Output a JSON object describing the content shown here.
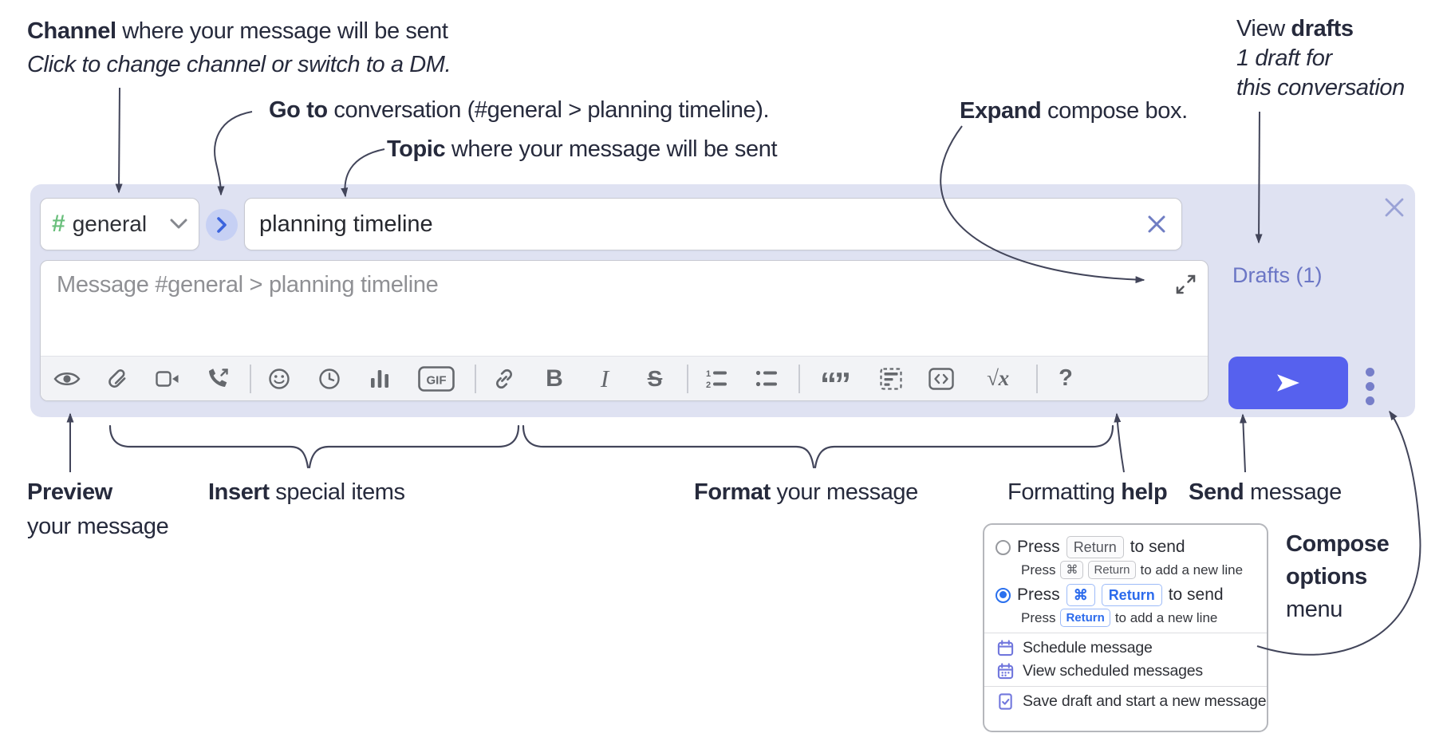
{
  "annotations": {
    "channel": {
      "bold": "Channel",
      "rest": " where your message will be sent",
      "line2": "Click to change channel or switch to a DM."
    },
    "goto": {
      "bold": "Go to",
      "rest": " conversation (#general > planning timeline)."
    },
    "topic": {
      "bold": "Topic",
      "rest": " where your message will be sent"
    },
    "expand": {
      "bold": "Expand",
      "rest": " compose box."
    },
    "drafts": {
      "line1_pre": "View ",
      "line1_bold": "drafts",
      "line2": "1 draft for",
      "line3": "this conversation"
    },
    "preview": {
      "bold": "Preview",
      "line2": "your message"
    },
    "insert": {
      "bold": "Insert",
      "rest": " special items"
    },
    "format": {
      "bold": "Format",
      "rest": " your message"
    },
    "help": {
      "pre": "Formatting ",
      "bold": "help"
    },
    "send": {
      "bold": "Send",
      "rest": " message"
    },
    "compose_options": {
      "line1": "Compose",
      "line2": "options",
      "line3": "menu"
    }
  },
  "compose": {
    "channel_name": "general",
    "topic_value": "planning timeline",
    "message_placeholder": "Message #general > planning timeline",
    "drafts_link": "Drafts (1)",
    "gif_label": "GIF",
    "bold_label": "B",
    "italic_label": "I",
    "strike_label": "S",
    "quote_label": "“”",
    "math_label": "√x",
    "help_label": "?",
    "toolbar_icons": [
      "preview-eye",
      "attach-file",
      "video-call",
      "voice-call",
      "emoji",
      "time",
      "poll",
      "gif",
      "link",
      "bold",
      "italic",
      "strikethrough",
      "numbered-list",
      "bulleted-list",
      "quote",
      "spoiler",
      "code",
      "math",
      "help"
    ]
  },
  "menu": {
    "options": [
      {
        "selected": false,
        "main": {
          "pre": "Press",
          "keys": [
            "Return"
          ],
          "post": "to send"
        },
        "sub": {
          "pre": "Press",
          "keys": [
            "⌘",
            "Return"
          ],
          "post": "to add a new line"
        }
      },
      {
        "selected": true,
        "main": {
          "pre": "Press",
          "keys": [
            "⌘",
            "Return"
          ],
          "post": "to send"
        },
        "sub": {
          "pre": "Press",
          "keys": [
            "Return"
          ],
          "post": "to add a new line"
        }
      }
    ],
    "items": [
      "Schedule message",
      "View scheduled messages",
      "Save draft and start a new message"
    ]
  },
  "colors": {
    "accent": "#5661ee",
    "compose_bg": "#dfe2f2",
    "channel_hash_green": "#6abf7c",
    "link_purple": "#6b76c5",
    "radio_blue": "#2a70ee",
    "kbd_blue": "#2c6bec",
    "icon_gray": "#65686d",
    "text_dark": "#262a3c",
    "menu_icon_purple": "#7177dd",
    "circle_btn_bg": "#c6d0f4",
    "circle_btn_arrow": "#3c64dd"
  }
}
